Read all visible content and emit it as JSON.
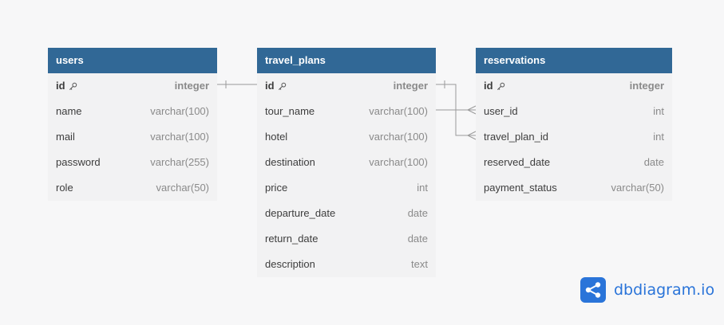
{
  "tables": {
    "users": {
      "name": "users",
      "columns": [
        {
          "name": "id",
          "type": "integer",
          "pk": true
        },
        {
          "name": "name",
          "type": "varchar(100)"
        },
        {
          "name": "mail",
          "type": "varchar(100)"
        },
        {
          "name": "password",
          "type": "varchar(255)"
        },
        {
          "name": "role",
          "type": "varchar(50)"
        }
      ]
    },
    "travel_plans": {
      "name": "travel_plans",
      "columns": [
        {
          "name": "id",
          "type": "integer",
          "pk": true
        },
        {
          "name": "tour_name",
          "type": "varchar(100)"
        },
        {
          "name": "hotel",
          "type": "varchar(100)"
        },
        {
          "name": "destination",
          "type": "varchar(100)"
        },
        {
          "name": "price",
          "type": "int"
        },
        {
          "name": "departure_date",
          "type": "date"
        },
        {
          "name": "return_date",
          "type": "date"
        },
        {
          "name": "description",
          "type": "text"
        }
      ]
    },
    "reservations": {
      "name": "reservations",
      "columns": [
        {
          "name": "id",
          "type": "integer",
          "pk": true
        },
        {
          "name": "user_id",
          "type": "int"
        },
        {
          "name": "travel_plan_id",
          "type": "int"
        },
        {
          "name": "reserved_date",
          "type": "date"
        },
        {
          "name": "payment_status",
          "type": "varchar(50)"
        }
      ]
    }
  },
  "relationships": [
    {
      "from": "users.id",
      "to": "reservations.user_id",
      "cardinality": "one-to-many"
    },
    {
      "from": "travel_plans.id",
      "to": "reservations.travel_plan_id",
      "cardinality": "one-to-many"
    }
  ],
  "brand": {
    "name": "dbdiagram.io",
    "header_color": "#316896",
    "accent": "#2a74d9"
  }
}
